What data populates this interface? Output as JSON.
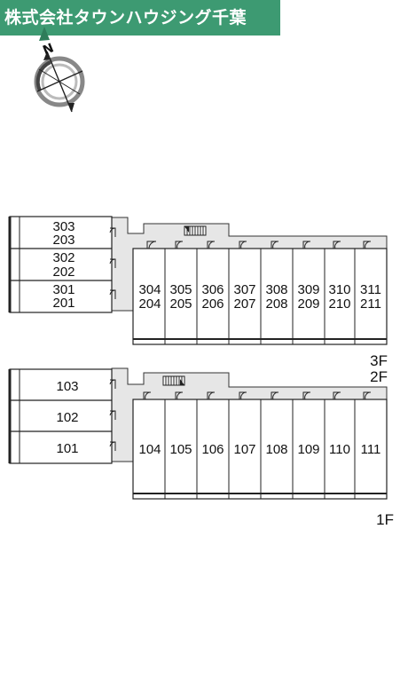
{
  "banner": {
    "company": "株式会社タウンハウジング千葉"
  },
  "compass": {
    "north_label": "N"
  },
  "colors": {
    "banner": "#3d9a72",
    "corridor": "#e6e6e6",
    "line": "#222222"
  },
  "floors": {
    "upper": {
      "labels": [
        "3F",
        "2F"
      ],
      "west_units": [
        {
          "top": "303",
          "bottom": "203"
        },
        {
          "top": "302",
          "bottom": "202"
        },
        {
          "top": "301",
          "bottom": "201"
        }
      ],
      "east_units": [
        {
          "top": "304",
          "bottom": "204"
        },
        {
          "top": "305",
          "bottom": "205"
        },
        {
          "top": "306",
          "bottom": "206"
        },
        {
          "top": "307",
          "bottom": "207"
        },
        {
          "top": "308",
          "bottom": "208"
        },
        {
          "top": "309",
          "bottom": "209"
        },
        {
          "top": "310",
          "bottom": "210"
        },
        {
          "top": "311",
          "bottom": "211"
        }
      ]
    },
    "ground": {
      "label": "1F",
      "west_units": [
        "103",
        "102",
        "101"
      ],
      "east_units": [
        "104",
        "105",
        "106",
        "107",
        "108",
        "109",
        "110",
        "111"
      ]
    }
  }
}
